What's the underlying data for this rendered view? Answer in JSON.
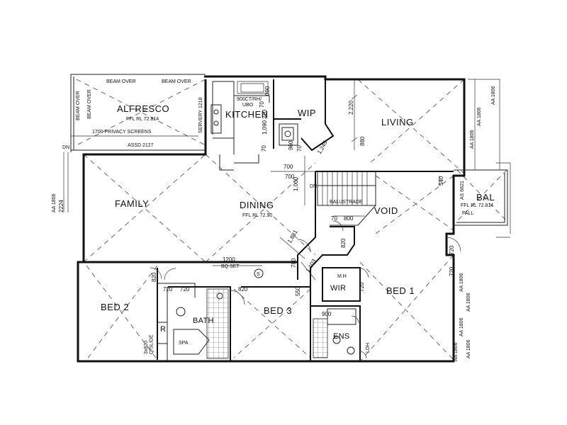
{
  "rooms": {
    "alfresco": "ALFRESCO",
    "kitchen": "KITCHEN",
    "wip": "WIP",
    "living": "LIVING",
    "family": "FAMILY",
    "dining": "DINING",
    "void": "VOID",
    "bal": "BAL",
    "bed2": "BED 2",
    "bed3": "BED 3",
    "bed1": "BED 1",
    "bath": "BATH",
    "ens": "ENS",
    "wir": "WIR",
    "r": "R",
    "mh": "M.H",
    "spa": "SPA"
  },
  "levels": {
    "alfresco_ffl": "FFL RL 72.814",
    "dining_ffl": "FFL RL 72.90",
    "bal_ffl": "FFL RL 72.814",
    "bal_fall": "FALL"
  },
  "notes": {
    "beam_over_1": "BEAM OVER",
    "beam_over_2": "BEAM OVER",
    "beam_over_3": "BEAM OVER",
    "privacy_screens": "1700 PRIVACY SCREENS",
    "assd": "ASSD 2127",
    "servery": "SERVERY 1218",
    "cooktop": "900CT/RH/",
    "uo": "UBO",
    "balustrade": "BALUSTRADE",
    "dn_1": "DN",
    "dn_2": "DN",
    "as6821": "AS 6821",
    "bq_set": "BQ SET",
    "slide": "3x820\nQ/SLIDE",
    "ldh": "LDH",
    "smoke": "S",
    "aa_1": "AA 1806",
    "aa_2": "AA 1806",
    "aa_3": "AA 1806",
    "aa_4": "AA 1806",
    "aa_5": "AA 1806",
    "aa_6": "AA 1806",
    "aa_7": "AA 1806",
    "aa_8": "AA 1806",
    "aa_9": "AA 1806",
    "beam_left": "BEAM OVER"
  },
  "dimensions": {
    "d_2220": "2,220",
    "d_880": "880",
    "d_540": "540",
    "d_1245": "1,245",
    "d_700": "700",
    "d_1000": "1,000",
    "d_960": "960",
    "d_70a": "70",
    "d_70b": "70",
    "d_70c": "70",
    "d_1090": "1,090",
    "d_210": "210",
    "d_700b": "700",
    "d_800": "800",
    "d_70d": "70",
    "d_1881": "1,881",
    "d_1103": "1,103",
    "d_780": "780",
    "d_820a": "820",
    "d_820b": "820",
    "d_720a": "720",
    "d_720b": "720",
    "d_720c": "720",
    "d_720d": "720",
    "d_720e": "720",
    "d_550": "550",
    "d_820c": "820",
    "d_1200": "1200",
    "d_900": "900",
    "d_2224": "2224",
    "d_090": "090"
  }
}
